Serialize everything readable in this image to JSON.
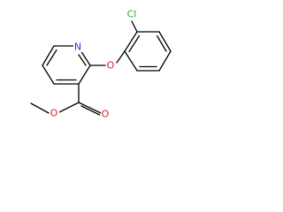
{
  "molecule": {
    "atoms": {
      "ring_nitrogen": "N",
      "ether_oxygen": "O",
      "chlorine": "Cl",
      "carbonyl_oxygen": "O",
      "ester_oxygen": "O"
    },
    "colors": {
      "bond": "#000000",
      "nitrogen": "#2f2fe0",
      "oxygen": "#e02020",
      "chlorine": "#2fa82f",
      "background": "#ffffff"
    }
  }
}
